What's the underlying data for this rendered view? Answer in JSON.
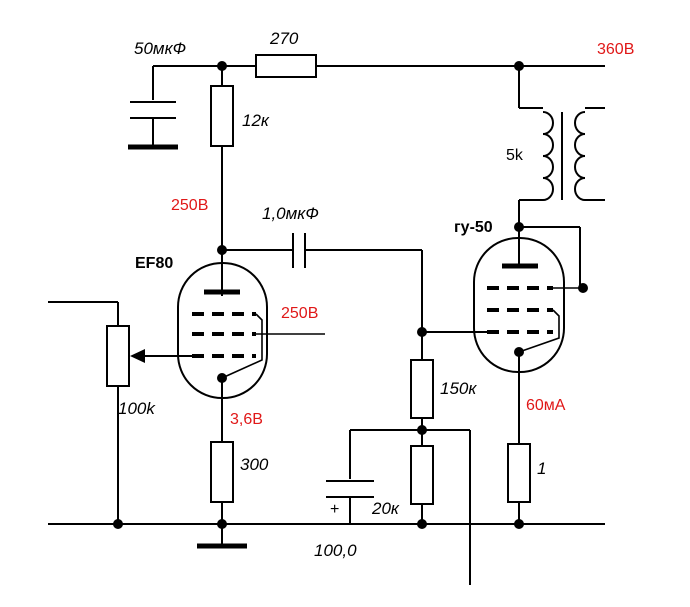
{
  "labels": {
    "cap_filter": "50мкФ",
    "r_series": "270",
    "b_plus": "360В",
    "r_anode1": "12к",
    "v_anode1": "250В",
    "cap_coupling": "1,0мкФ",
    "tube1": "EF80",
    "v_screen1": "250В",
    "pot": "100k",
    "v_cathode1": "3,6В",
    "r_cathode1": "300",
    "transformer": "5k",
    "tube2": "гу-50",
    "r_grid_upper": "150к",
    "i_cathode2": "60мА",
    "r_cathode2": "1",
    "cap_bypass": "100,0",
    "cap_plus": "+",
    "r_grid_lower": "20к"
  }
}
